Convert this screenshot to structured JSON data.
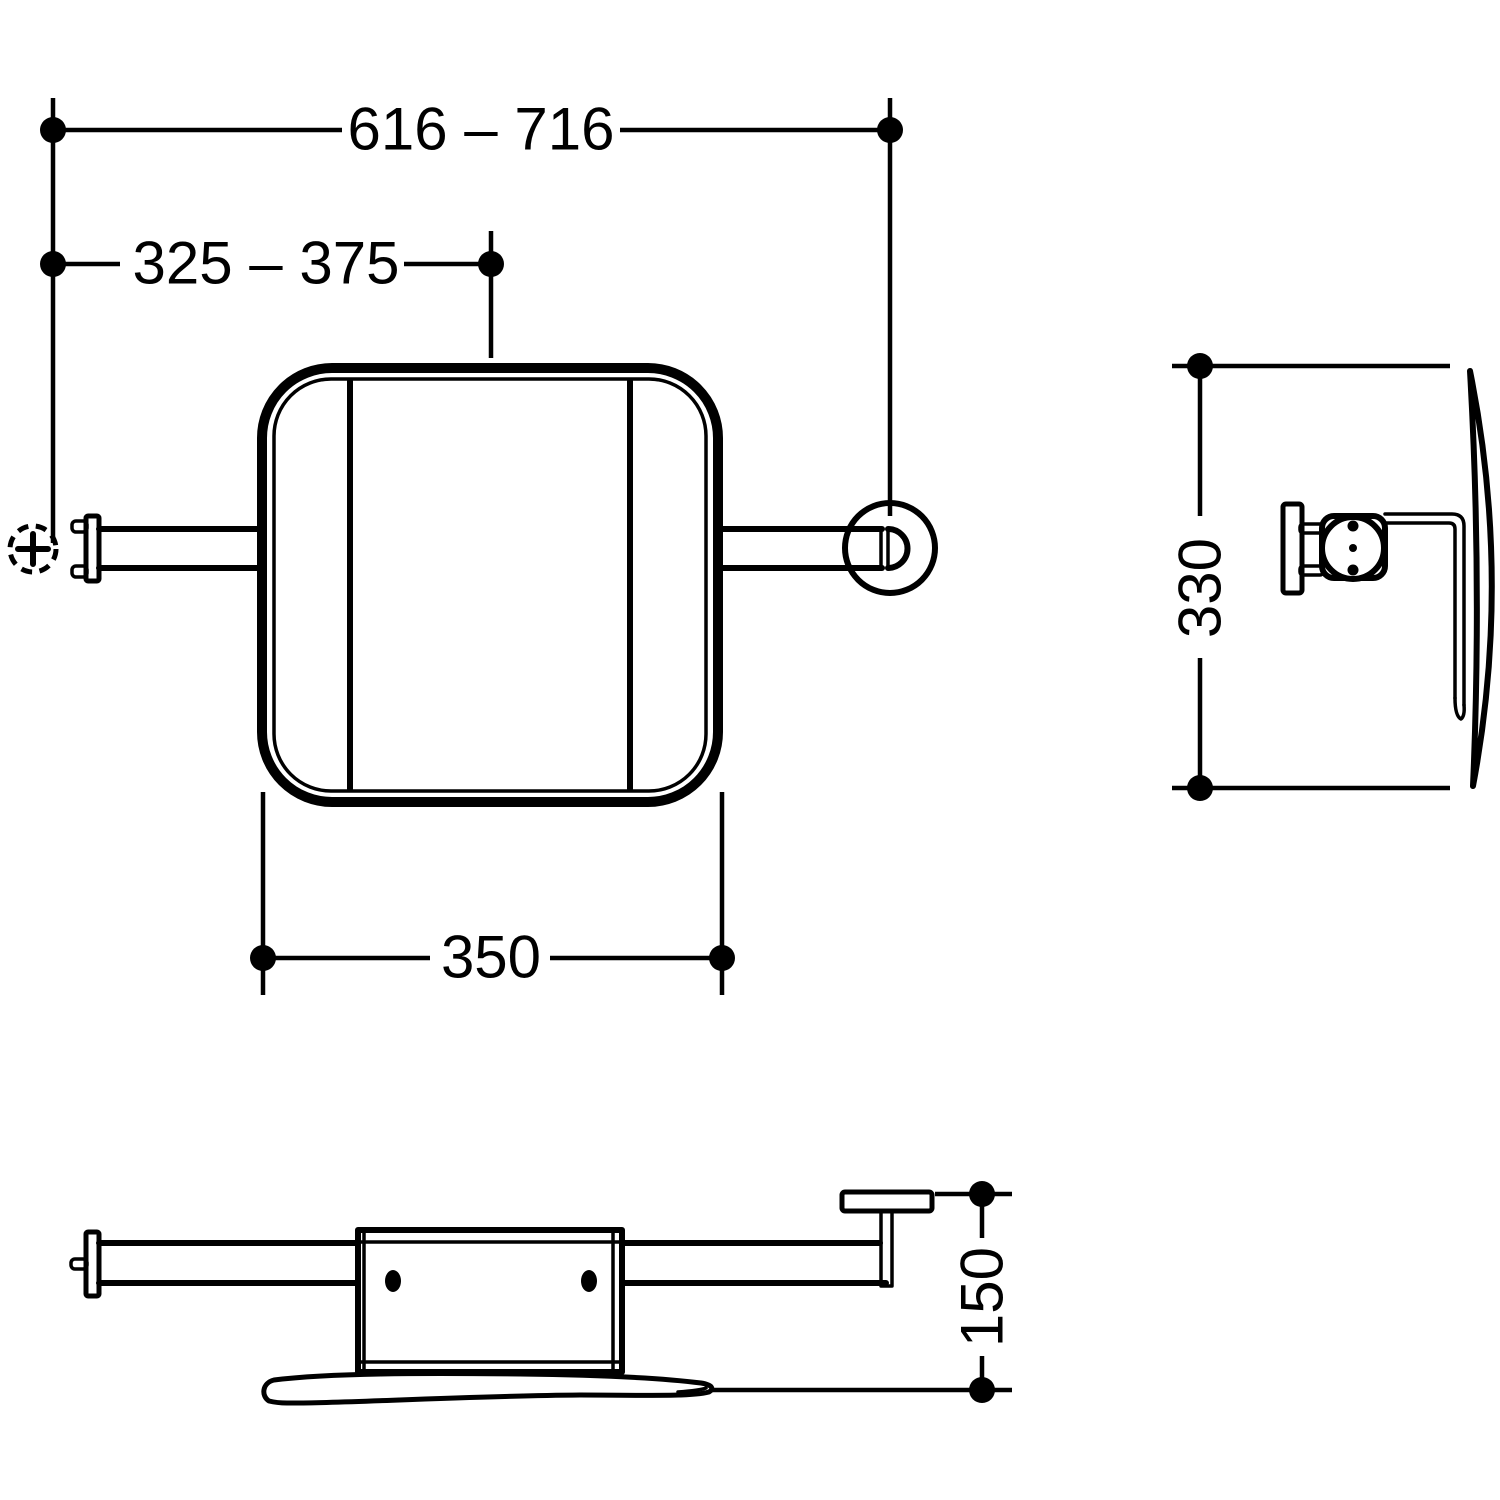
{
  "colors": {
    "background": "#ffffff",
    "line": "#000000"
  },
  "dimensions": {
    "overall_width": "616 – 716",
    "wall_to_center": "325 – 375",
    "pad_width": "350",
    "pad_height": "330",
    "mounting_depth": "150"
  }
}
